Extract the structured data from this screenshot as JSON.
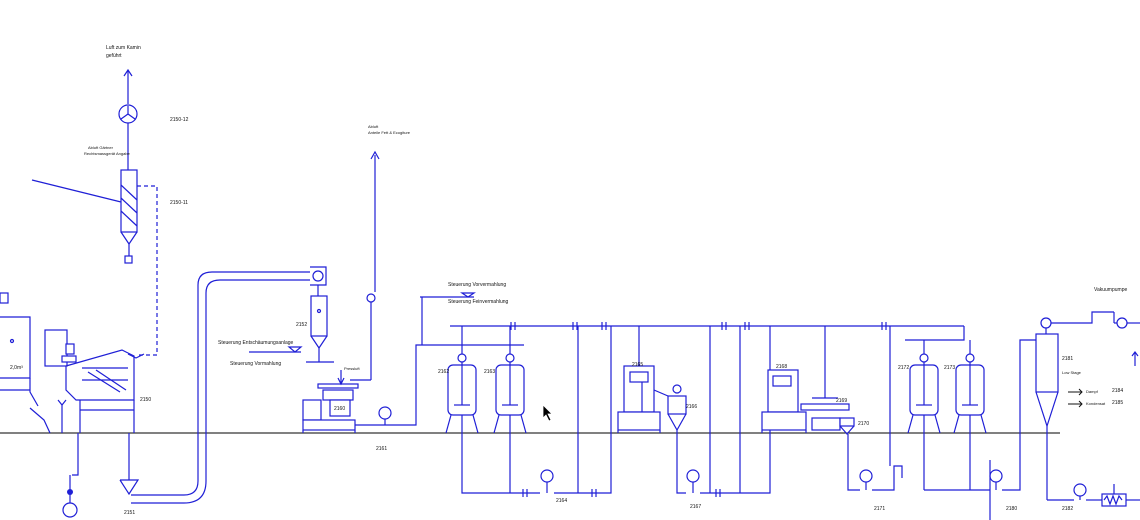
{
  "colors": {
    "line": "#1f1fd6",
    "floor": "#000000",
    "text": "#111111",
    "background": "#ffffff"
  },
  "labels": {
    "exhaust_top": [
      "Luft zum Kamin",
      "geführt"
    ],
    "id_2150_12": "2150-12",
    "filter_note": [
      "Abluft Gärtner",
      "Rechtsmassgerät Angabe"
    ],
    "id_2150_11": "2150-11",
    "exhaust_right": [
      "Abluft",
      "Anteile Fett & Ecogiture"
    ],
    "id_2152": "2152",
    "control_deodor": "Steuerung Entschäumungsanlage",
    "control_premill_left": "Steuerung Vormahlung",
    "id_2160": "2160",
    "pressluft": "Pressluft",
    "id_2150": "2150",
    "id_2151": "2151",
    "id_2161": "2161",
    "vol_2m3": "2,0m³",
    "control_premill": "Steuerung Vorvermahlung",
    "control_finemill": "Steuerung Feinvermahlung",
    "id_2162": "2162",
    "id_2163": "2163",
    "id_2165": "2165",
    "id_2166": "2166",
    "id_2164": "2164",
    "id_2167": "2167",
    "id_2168": "2168",
    "id_2169": "2169",
    "id_2170": "2170",
    "id_2171": "2171",
    "id_2172": "2172",
    "id_2173": "2173",
    "id_2180": "2180",
    "id_2181": "2181",
    "low_stage": "Low Stage",
    "id_2182": "2182",
    "vacuum_pump": "Vakuumpumpe",
    "legend_steam": "Dampf",
    "legend_steam_id": "2184",
    "legend_condensate": "Kondensat",
    "legend_condensate_id": "2185"
  },
  "icons": [
    "fan-icon",
    "pump-icon",
    "valve-icon",
    "cursor-arrow-icon"
  ]
}
